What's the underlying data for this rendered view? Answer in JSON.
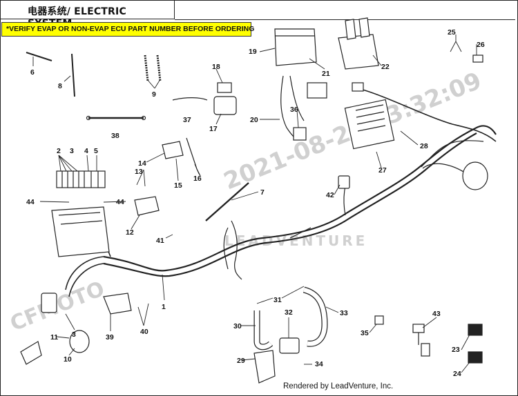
{
  "title": "电器系统/ ELECTRIC SYSTEM",
  "notice": "*VERIFY EVAP OR NON-EVAP ECU PART NUMBER BEFORE ORDERING",
  "footer": "Rendered by LeadVenture, Inc.",
  "watermarks": {
    "timestamp": "2021-08-21 13:32:09",
    "brand": "CFMOTO",
    "company": "LEADVENTURE"
  },
  "callouts": [
    "1",
    "2",
    "3",
    "4",
    "5",
    "6",
    "7",
    "8",
    "9",
    "10",
    "11",
    "12",
    "13",
    "14",
    "15",
    "16",
    "17",
    "18",
    "19",
    "20",
    "21",
    "22",
    "23",
    "24",
    "25",
    "26",
    "27",
    "28",
    "29",
    "30",
    "31",
    "32",
    "33",
    "34",
    "35",
    "36",
    "37",
    "38",
    "39",
    "40",
    "41",
    "42",
    "43",
    "44"
  ],
  "colors": {
    "notice_bg": "#ffff00",
    "line": "#222222",
    "watermark": "#c8c8c8"
  }
}
